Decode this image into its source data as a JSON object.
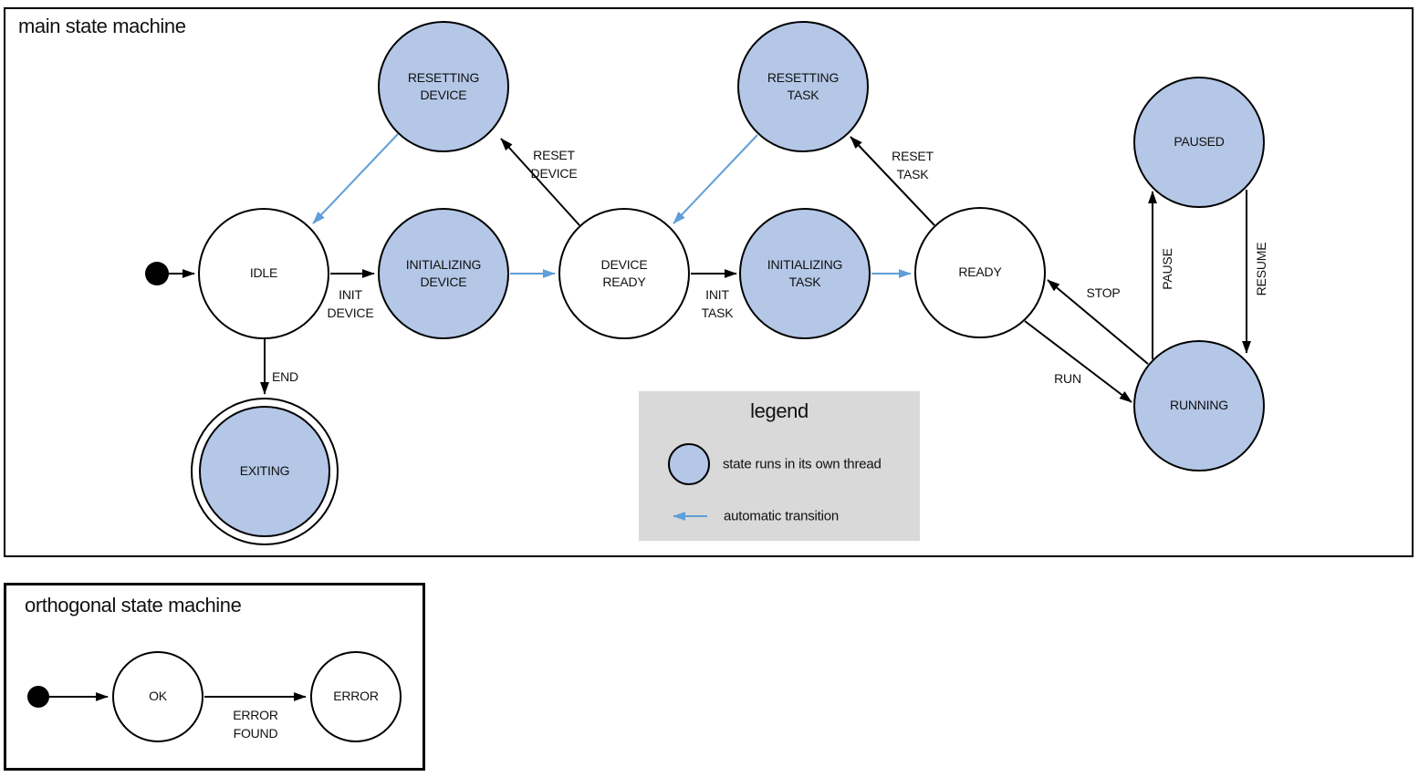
{
  "colors": {
    "thread_state_fill": "#b4c7e7",
    "automatic_transition_blue": "#5f9ed7",
    "legend_background": "#d9d9d9",
    "outline": "#000000"
  },
  "main": {
    "title": "main state machine",
    "states": {
      "idle": {
        "label": "IDLE"
      },
      "initializing_device": {
        "label": "INITIALIZING\nDEVICE"
      },
      "resetting_device": {
        "label": "RESETTING\nDEVICE"
      },
      "device_ready": {
        "label": "DEVICE\nREADY"
      },
      "initializing_task": {
        "label": "INITIALIZING\nTASK"
      },
      "resetting_task": {
        "label": "RESETTING\nTASK"
      },
      "ready": {
        "label": "READY"
      },
      "paused": {
        "label": "PAUSED"
      },
      "running": {
        "label": "RUNNING"
      },
      "exiting": {
        "label": "EXITING"
      }
    },
    "transitions": {
      "init_device": "INIT\nDEVICE",
      "reset_device": "RESET\nDEVICE",
      "init_task": "INIT\nTASK",
      "reset_task": "RESET\nTASK",
      "stop": "STOP",
      "run": "RUN",
      "pause": "PAUSE",
      "resume": "RESUME",
      "end": "END"
    }
  },
  "legend": {
    "title": "legend",
    "thread_item": "state runs in its own thread",
    "auto_item": "automatic transition"
  },
  "orthogonal": {
    "title": "orthogonal state machine",
    "states": {
      "ok": {
        "label": "OK"
      },
      "error": {
        "label": "ERROR"
      }
    },
    "transitions": {
      "error_found": "ERROR\nFOUND"
    }
  }
}
